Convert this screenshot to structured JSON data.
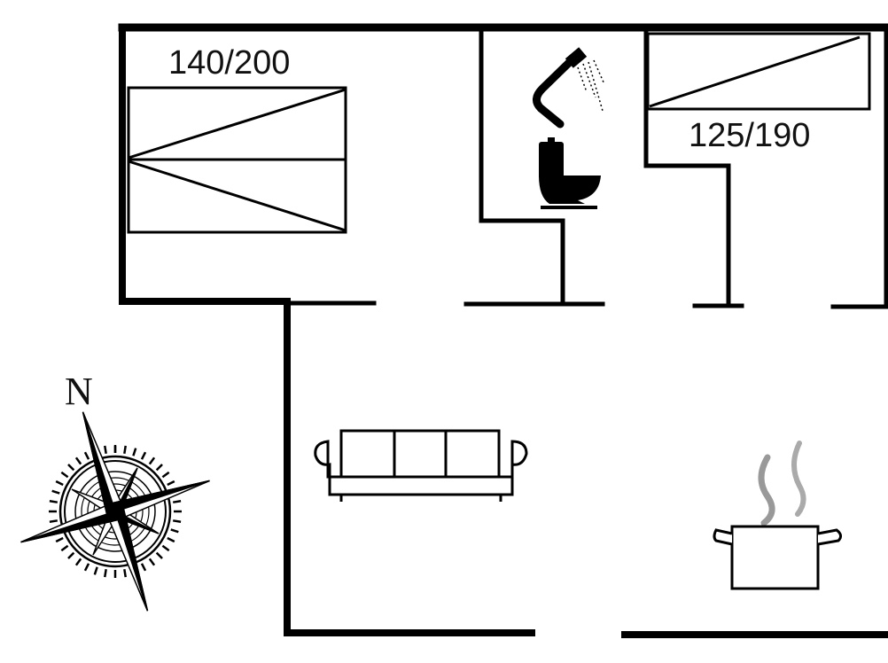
{
  "plan": {
    "bedroom_1_bed_size": "140/200",
    "bedroom_2_bed_size": "125/190",
    "compass_label": "N"
  },
  "icons": [
    "shower-icon",
    "toilet-icon",
    "sofa-icon",
    "cooking-pot-icon",
    "compass-rose-icon"
  ],
  "colors": {
    "wall": "#000000",
    "steam": "#999999"
  }
}
